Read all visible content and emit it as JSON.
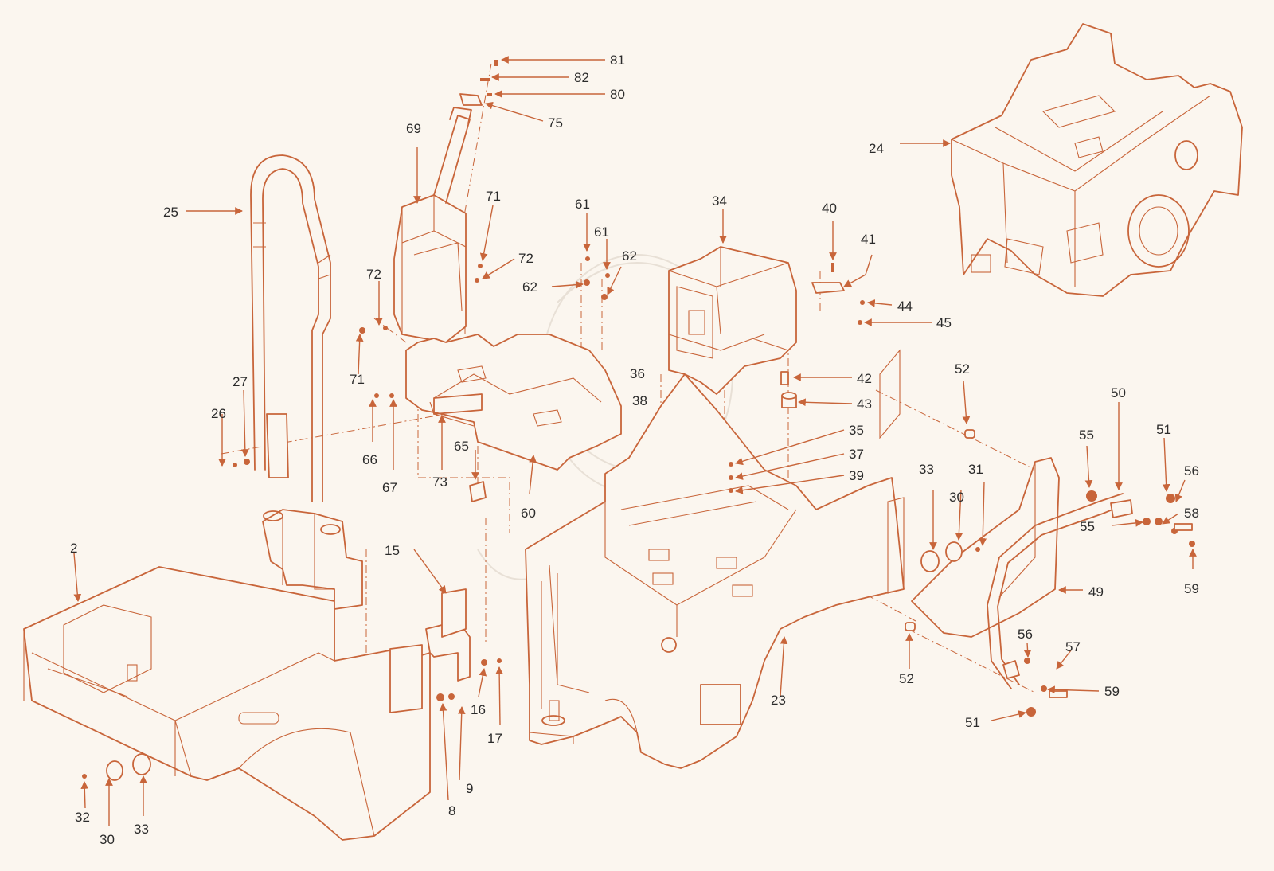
{
  "diagram": {
    "accent_color": "#c8653a",
    "background_color": "#fbf6ef",
    "label_color": "#2b2b2b",
    "watermark": "mascot-watermark",
    "callouts": [
      {
        "id": "c81",
        "label": "81"
      },
      {
        "id": "c82",
        "label": "82"
      },
      {
        "id": "c80",
        "label": "80"
      },
      {
        "id": "c75",
        "label": "75"
      },
      {
        "id": "c69",
        "label": "69"
      },
      {
        "id": "c71a",
        "label": "71"
      },
      {
        "id": "c72a",
        "label": "72"
      },
      {
        "id": "c72b",
        "label": "72"
      },
      {
        "id": "c71b",
        "label": "71"
      },
      {
        "id": "c25",
        "label": "25"
      },
      {
        "id": "c27",
        "label": "27"
      },
      {
        "id": "c26",
        "label": "26"
      },
      {
        "id": "c66",
        "label": "66"
      },
      {
        "id": "c67",
        "label": "67"
      },
      {
        "id": "c73",
        "label": "73"
      },
      {
        "id": "c65",
        "label": "65"
      },
      {
        "id": "c60",
        "label": "60"
      },
      {
        "id": "c61a",
        "label": "61"
      },
      {
        "id": "c61b",
        "label": "61"
      },
      {
        "id": "c62a",
        "label": "62"
      },
      {
        "id": "c62b",
        "label": "62"
      },
      {
        "id": "c34",
        "label": "34"
      },
      {
        "id": "c40",
        "label": "40"
      },
      {
        "id": "c41",
        "label": "41"
      },
      {
        "id": "c44",
        "label": "44"
      },
      {
        "id": "c45",
        "label": "45"
      },
      {
        "id": "c36",
        "label": "36"
      },
      {
        "id": "c38",
        "label": "38"
      },
      {
        "id": "c42",
        "label": "42"
      },
      {
        "id": "c43",
        "label": "43"
      },
      {
        "id": "c35",
        "label": "35"
      },
      {
        "id": "c37",
        "label": "37"
      },
      {
        "id": "c39",
        "label": "39"
      },
      {
        "id": "c24",
        "label": "24"
      },
      {
        "id": "c52a",
        "label": "52"
      },
      {
        "id": "c52b",
        "label": "52"
      },
      {
        "id": "c50",
        "label": "50"
      },
      {
        "id": "c55a",
        "label": "55"
      },
      {
        "id": "c55b",
        "label": "55"
      },
      {
        "id": "c51a",
        "label": "51"
      },
      {
        "id": "c51b",
        "label": "51"
      },
      {
        "id": "c56a",
        "label": "56"
      },
      {
        "id": "c56b",
        "label": "56"
      },
      {
        "id": "c58",
        "label": "58"
      },
      {
        "id": "c59a",
        "label": "59"
      },
      {
        "id": "c59b",
        "label": "59"
      },
      {
        "id": "c57",
        "label": "57"
      },
      {
        "id": "c49",
        "label": "49"
      },
      {
        "id": "c33a",
        "label": "33"
      },
      {
        "id": "c30a",
        "label": "30"
      },
      {
        "id": "c31",
        "label": "31"
      },
      {
        "id": "c23",
        "label": "23"
      },
      {
        "id": "c2",
        "label": "2"
      },
      {
        "id": "c15",
        "label": "15"
      },
      {
        "id": "c16",
        "label": "16"
      },
      {
        "id": "c17",
        "label": "17"
      },
      {
        "id": "c9",
        "label": "9"
      },
      {
        "id": "c8",
        "label": "8"
      },
      {
        "id": "c32",
        "label": "32"
      },
      {
        "id": "c30b",
        "label": "30"
      },
      {
        "id": "c33b",
        "label": "33"
      }
    ]
  }
}
